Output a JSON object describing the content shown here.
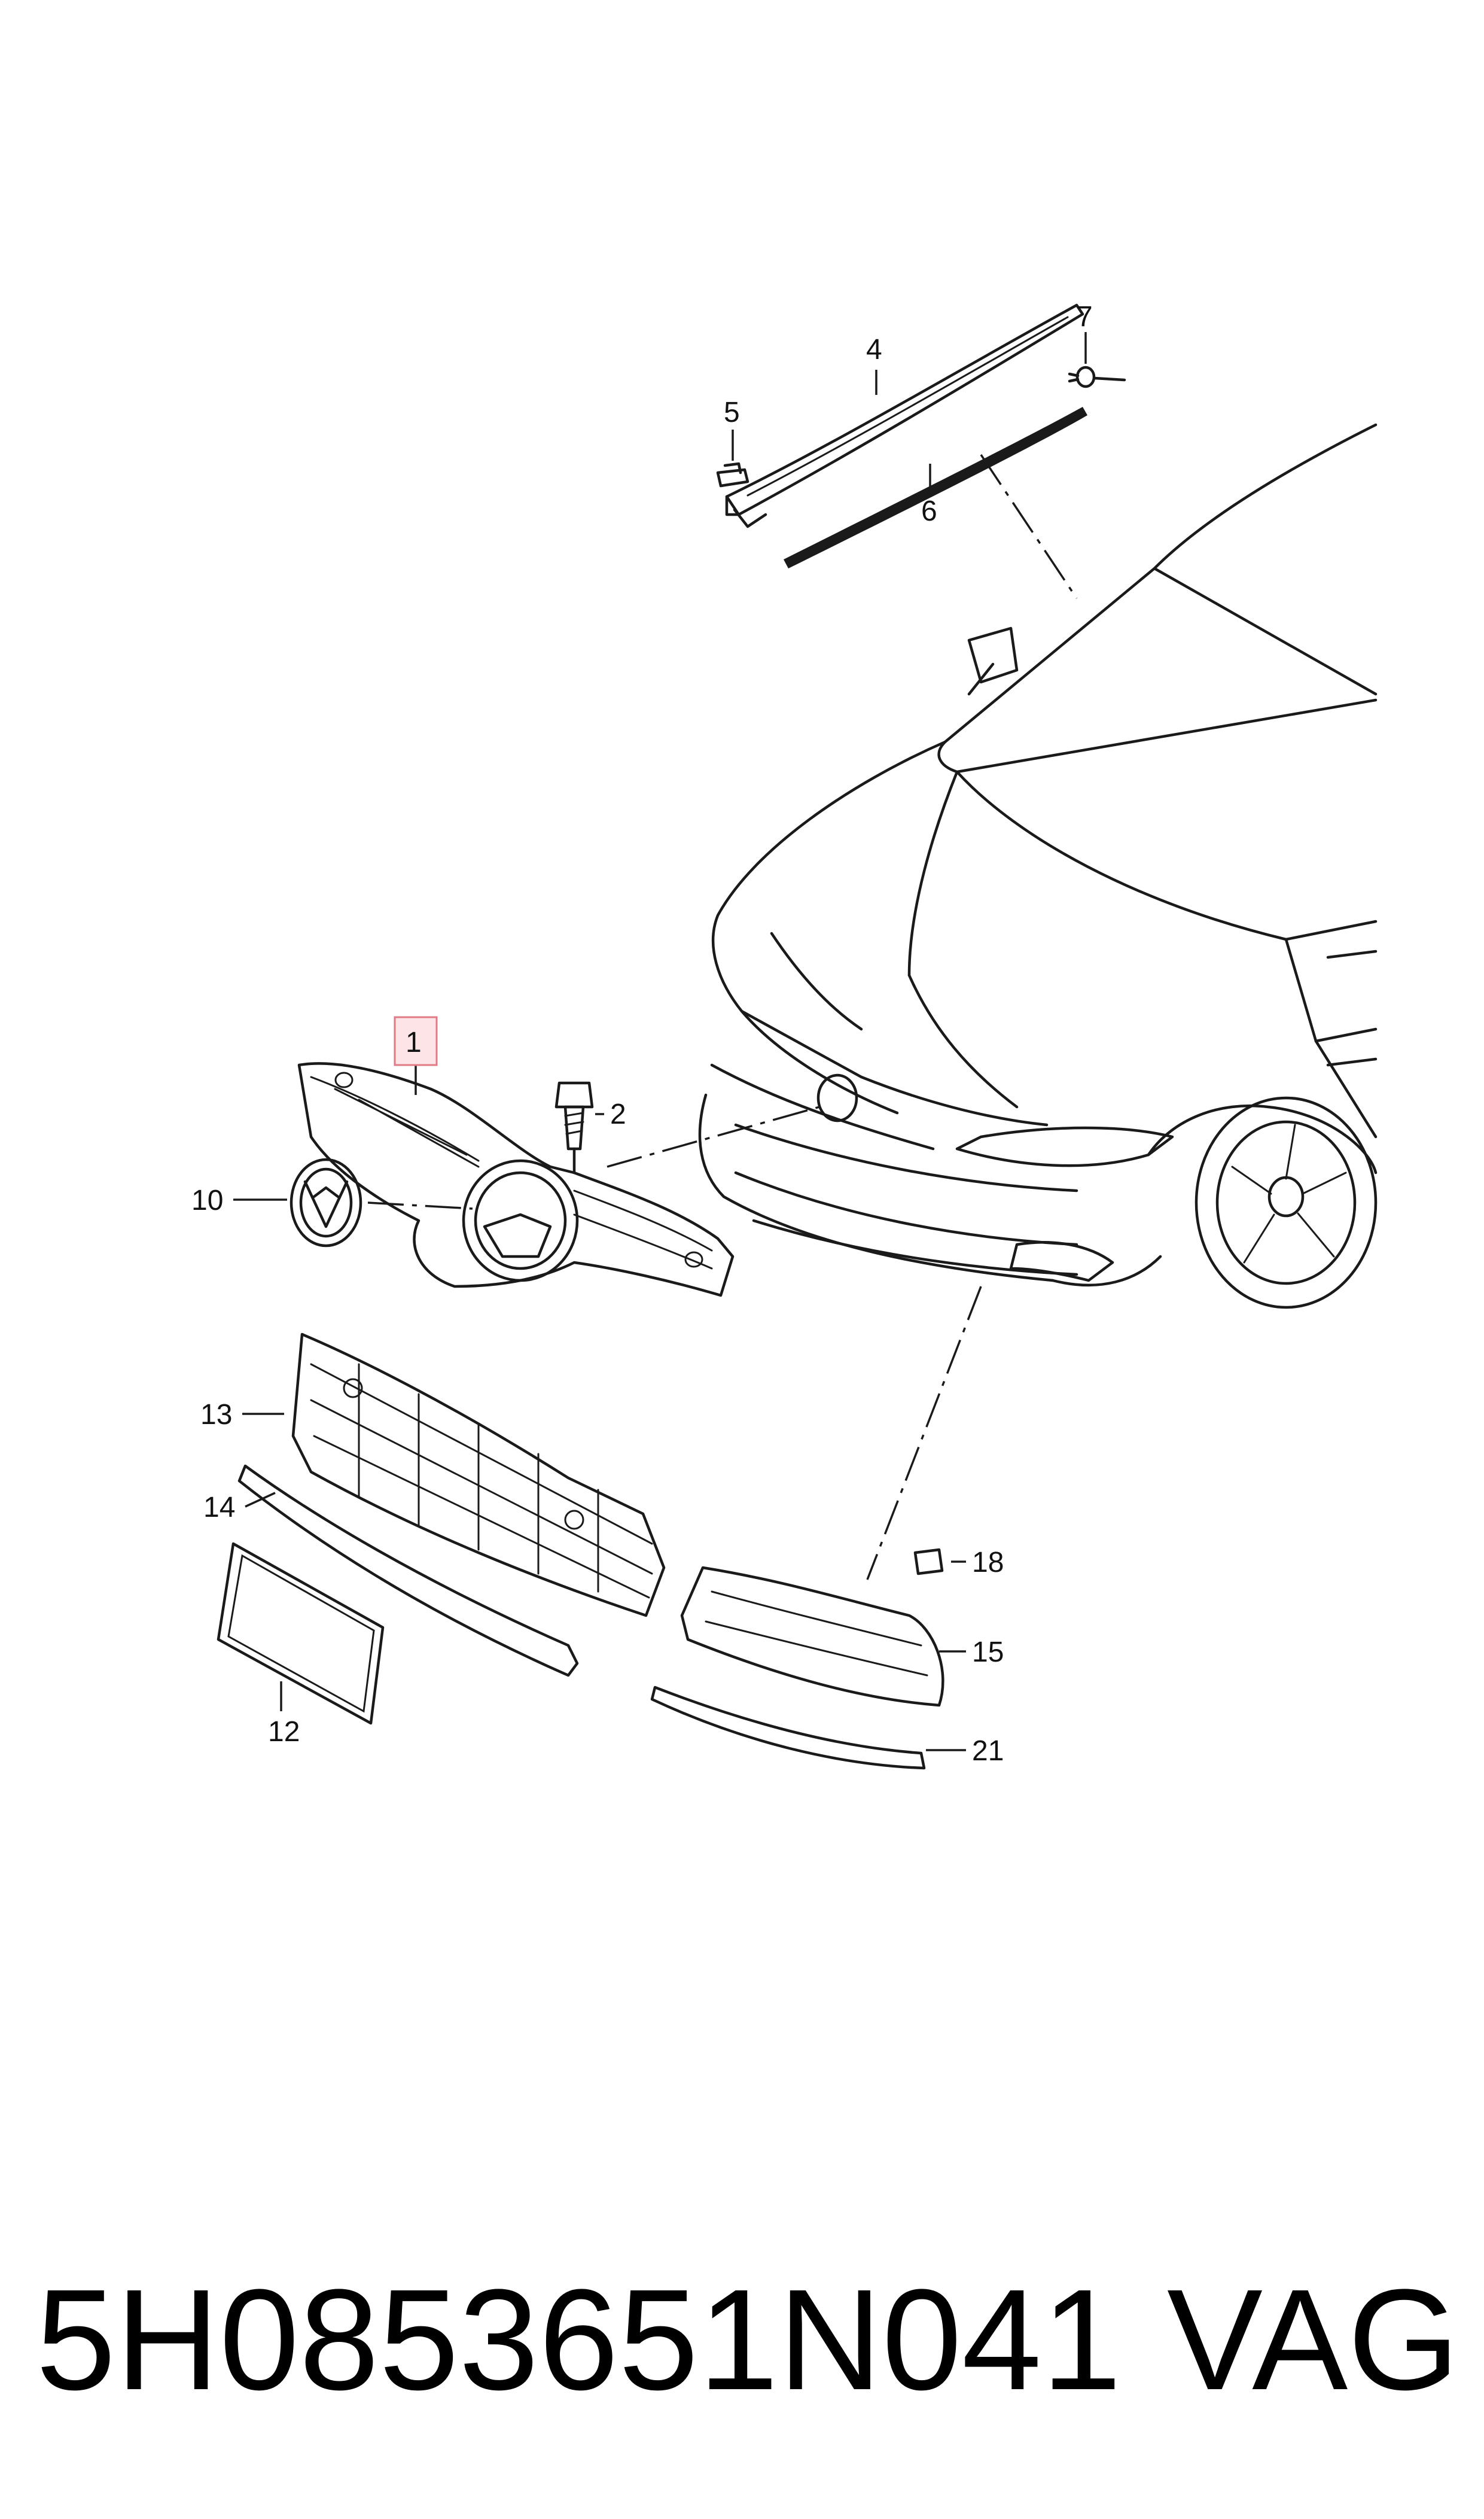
{
  "diagram": {
    "callouts": [
      {
        "id": "1",
        "label": "1",
        "highlighted": true
      },
      {
        "id": "2",
        "label": "2"
      },
      {
        "id": "4",
        "label": "4"
      },
      {
        "id": "5",
        "label": "5"
      },
      {
        "id": "6",
        "label": "6"
      },
      {
        "id": "7",
        "label": "7"
      },
      {
        "id": "10",
        "label": "10"
      },
      {
        "id": "12",
        "label": "12"
      },
      {
        "id": "13",
        "label": "13"
      },
      {
        "id": "14",
        "label": "14"
      },
      {
        "id": "15",
        "label": "15"
      },
      {
        "id": "18",
        "label": "18"
      },
      {
        "id": "21",
        "label": "21"
      }
    ],
    "highlight_color": "#fde4e6",
    "highlight_border": "#e07b86"
  },
  "footer": {
    "part_number": "5H0853651N041",
    "brand": "VAG"
  }
}
